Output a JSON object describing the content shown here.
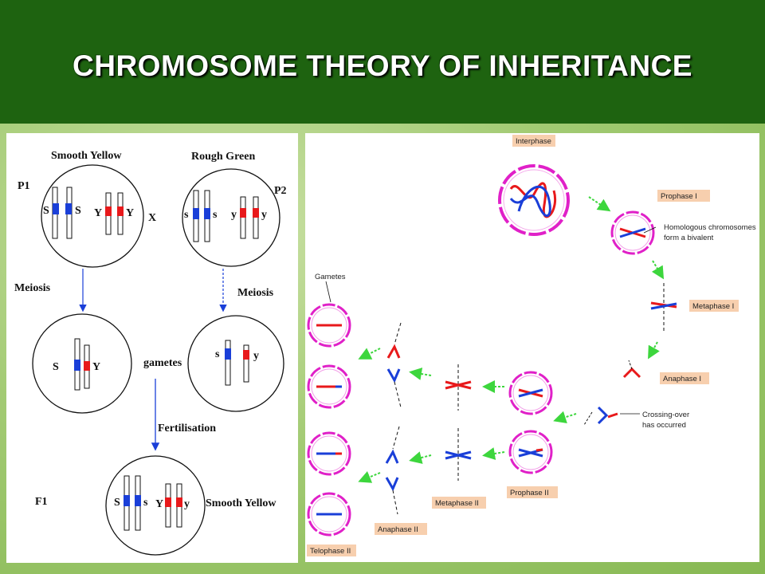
{
  "title": "CHROMOSOME THEORY OF INHERITANCE",
  "colors": {
    "title_bg": "#1e6310",
    "red": "#e8191b",
    "blue": "#1a3fd8",
    "pink": "#e020c8",
    "label_bg": "#f7cfae",
    "green_arrow": "#3dd63d"
  },
  "left": {
    "p1": "P1",
    "p2": "P2",
    "smooth_yellow": "Smooth Yellow",
    "rough_green": "Rough Green",
    "cross": "X",
    "meiosis_left": "Meiosis",
    "meiosis_right": "Meiosis",
    "gametes": "gametes",
    "fertilisation": "Fertilisation",
    "f1": "F1",
    "f1_phenotype": "Smooth Yellow",
    "alleles": {
      "p1_S1": "S",
      "p1_S2": "S",
      "p1_Y1": "Y",
      "p1_Y2": "Y",
      "p2_s1": "s",
      "p2_s2": "s",
      "p2_y1": "y",
      "p2_y2": "y",
      "g1_S": "S",
      "g1_Y": "Y",
      "g2_s": "s",
      "g2_y": "y",
      "f1_S": "S",
      "f1_s": "s",
      "f1_Y": "Y",
      "f1_y": "y"
    }
  },
  "right": {
    "interphase": "Interphase",
    "prophase1": "Prophase I",
    "bivalent_note_1": "Homologous chromosomes",
    "bivalent_note_2": "form a bivalent",
    "metaphase1": "Metaphase I",
    "anaphase1": "Anaphase I",
    "crossing_1": "Crossing-over",
    "crossing_2": "has occurred",
    "gametes": "Gametes",
    "prophase2": "Prophase II",
    "metaphase2": "Metaphase II",
    "anaphase2": "Anaphase II",
    "telophase2": "Telophase II"
  }
}
